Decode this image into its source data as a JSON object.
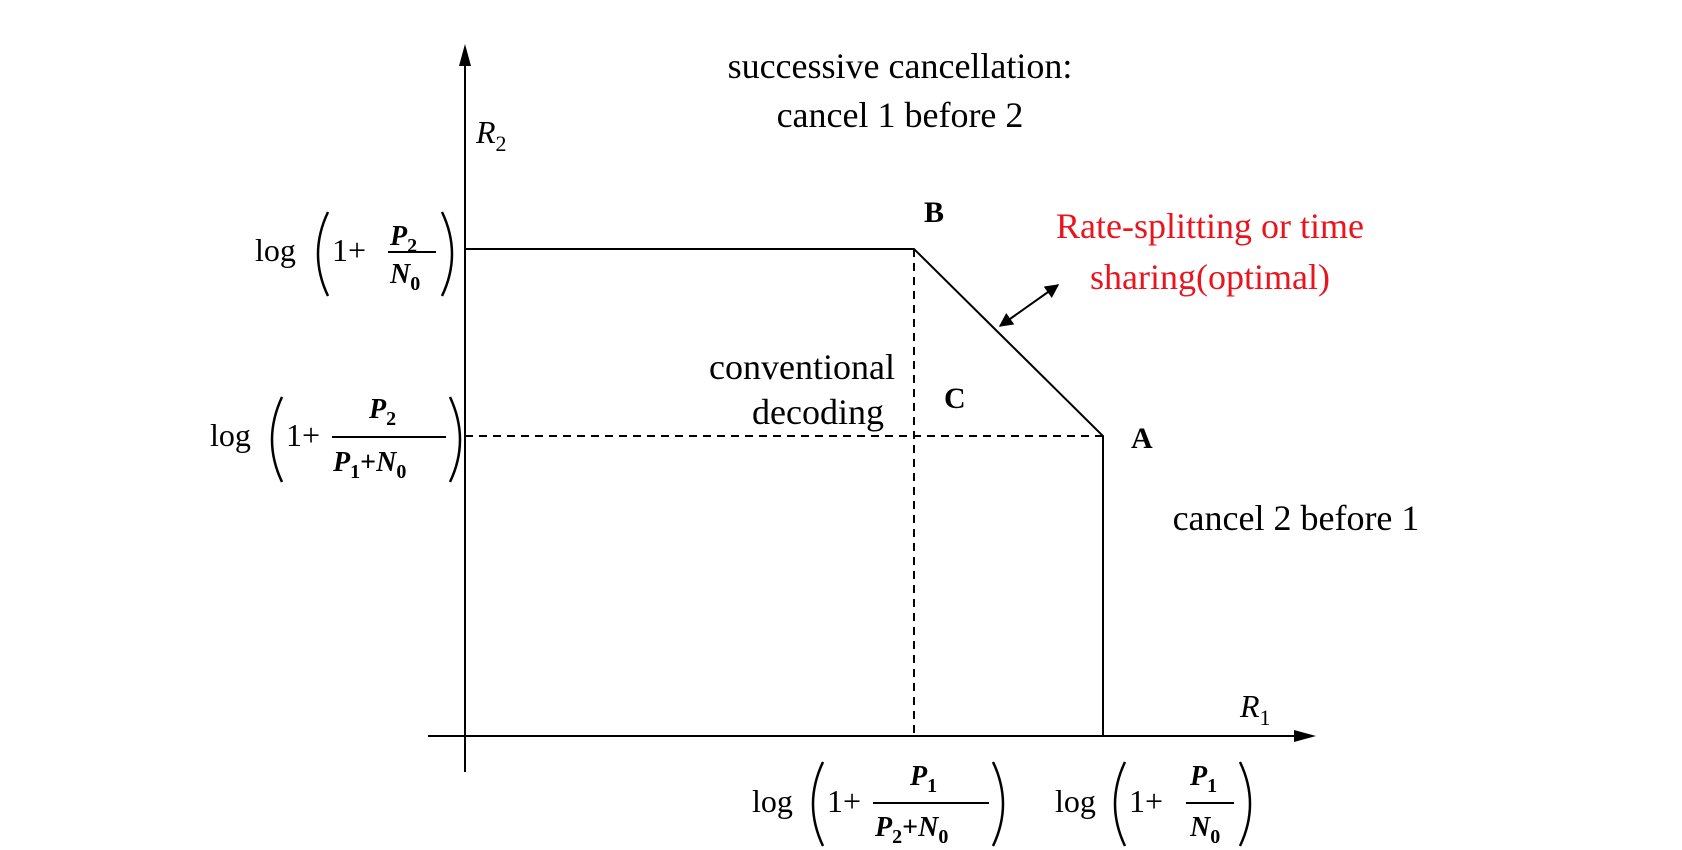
{
  "axes": {
    "y_label": "R",
    "y_label_sub": "2",
    "x_label": "R",
    "x_label_sub": "1"
  },
  "annotations": {
    "top_line1": "successive cancellation:",
    "top_line2": "cancel 1 before 2",
    "right_text": "cancel 2 before 1",
    "mid_line1": "conventional",
    "mid_line2": "decoding",
    "red_line1": "Rate-splitting or time",
    "red_line2": "sharing(optimal)",
    "red_color": "#e8141e"
  },
  "points": {
    "A": "A",
    "B": "B",
    "C": "C"
  },
  "formulas": {
    "log": "log",
    "one_plus": "1+",
    "plus": "+",
    "P": "P",
    "N": "N",
    "sub0": "0",
    "sub1": "1",
    "sub2": "2",
    "y_high": "log (1 + P2/N0)",
    "y_low": "log (1 + P2/(P1+N0))",
    "x_left": "log (1 + P1/(P2+N0))",
    "x_right": "log (1 + P1/N0)"
  }
}
